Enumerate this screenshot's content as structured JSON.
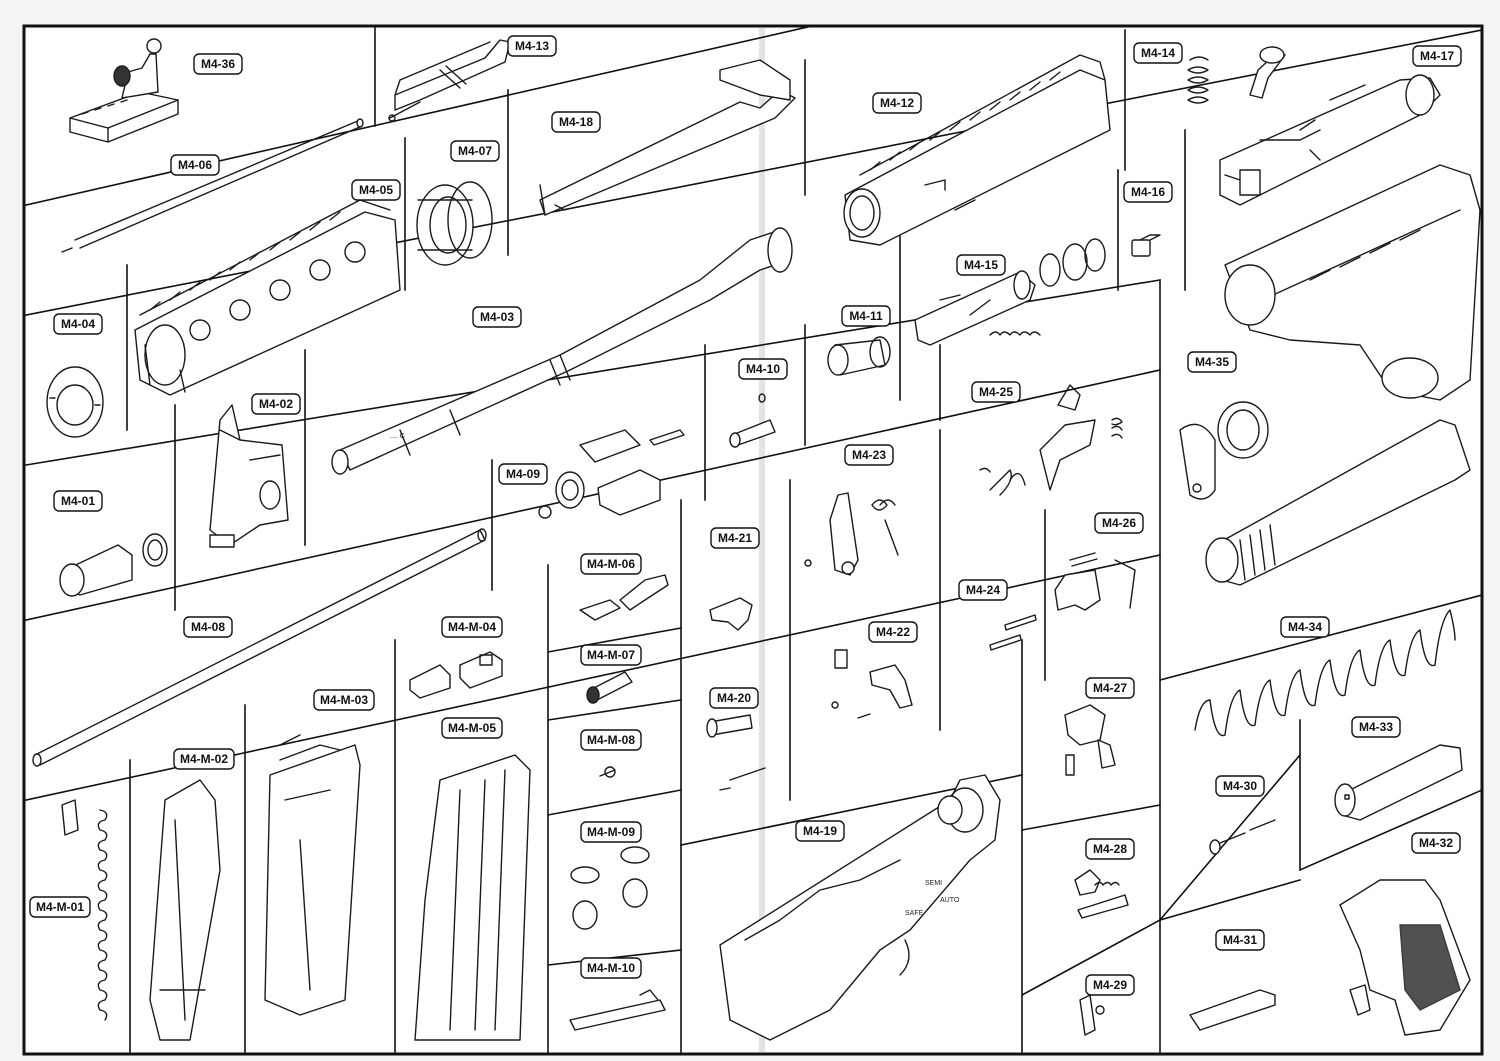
{
  "parts": [
    {
      "key": "m4_36",
      "label": "M4-36"
    },
    {
      "key": "m4_13",
      "label": "M4-13"
    },
    {
      "key": "m4_14",
      "label": "M4-14"
    },
    {
      "key": "m4_17",
      "label": "M4-17"
    },
    {
      "key": "m4_06",
      "label": "M4-06"
    },
    {
      "key": "m4_18",
      "label": "M4-18"
    },
    {
      "key": "m4_12",
      "label": "M4-12"
    },
    {
      "key": "m4_07",
      "label": "M4-07"
    },
    {
      "key": "m4_05",
      "label": "M4-05"
    },
    {
      "key": "m4_16",
      "label": "M4-16"
    },
    {
      "key": "m4_15",
      "label": "M4-15"
    },
    {
      "key": "m4_04",
      "label": "M4-04"
    },
    {
      "key": "m4_03",
      "label": "M4-03"
    },
    {
      "key": "m4_11",
      "label": "M4-11"
    },
    {
      "key": "m4_35",
      "label": "M4-35"
    },
    {
      "key": "m4_10",
      "label": "M4-10"
    },
    {
      "key": "m4_25",
      "label": "M4-25"
    },
    {
      "key": "m4_02",
      "label": "M4-02"
    },
    {
      "key": "m4_23",
      "label": "M4-23"
    },
    {
      "key": "m4_09",
      "label": "M4-09"
    },
    {
      "key": "m4_01",
      "label": "M4-01"
    },
    {
      "key": "m4_26",
      "label": "M4-26"
    },
    {
      "key": "m4_21",
      "label": "M4-21"
    },
    {
      "key": "m4_m_06",
      "label": "M4-M-06"
    },
    {
      "key": "m4_24",
      "label": "M4-24"
    },
    {
      "key": "m4_08",
      "label": "M4-08"
    },
    {
      "key": "m4_m_04",
      "label": "M4-M-04"
    },
    {
      "key": "m4_34",
      "label": "M4-34"
    },
    {
      "key": "m4_22",
      "label": "M4-22"
    },
    {
      "key": "m4_m_07",
      "label": "M4-M-07"
    },
    {
      "key": "m4_27",
      "label": "M4-27"
    },
    {
      "key": "m4_20",
      "label": "M4-20"
    },
    {
      "key": "m4_m_03",
      "label": "M4-M-03"
    },
    {
      "key": "m4_m_05",
      "label": "M4-M-05"
    },
    {
      "key": "m4_33",
      "label": "M4-33"
    },
    {
      "key": "m4_m_08",
      "label": "M4-M-08"
    },
    {
      "key": "m4_m_02",
      "label": "M4-M-02"
    },
    {
      "key": "m4_30",
      "label": "M4-30"
    },
    {
      "key": "m4_19",
      "label": "M4-19"
    },
    {
      "key": "m4_m_09",
      "label": "M4-M-09"
    },
    {
      "key": "m4_32",
      "label": "M4-32"
    },
    {
      "key": "m4_28",
      "label": "M4-28"
    },
    {
      "key": "m4_m_01",
      "label": "M4-M-01"
    },
    {
      "key": "m4_31",
      "label": "M4-31"
    },
    {
      "key": "m4_m_10",
      "label": "M4-M-10"
    },
    {
      "key": "m4_29",
      "label": "M4-29"
    }
  ],
  "receiver_markings": {
    "semi": "SEMI",
    "safe": "SAFE",
    "auto": "AUTO"
  }
}
